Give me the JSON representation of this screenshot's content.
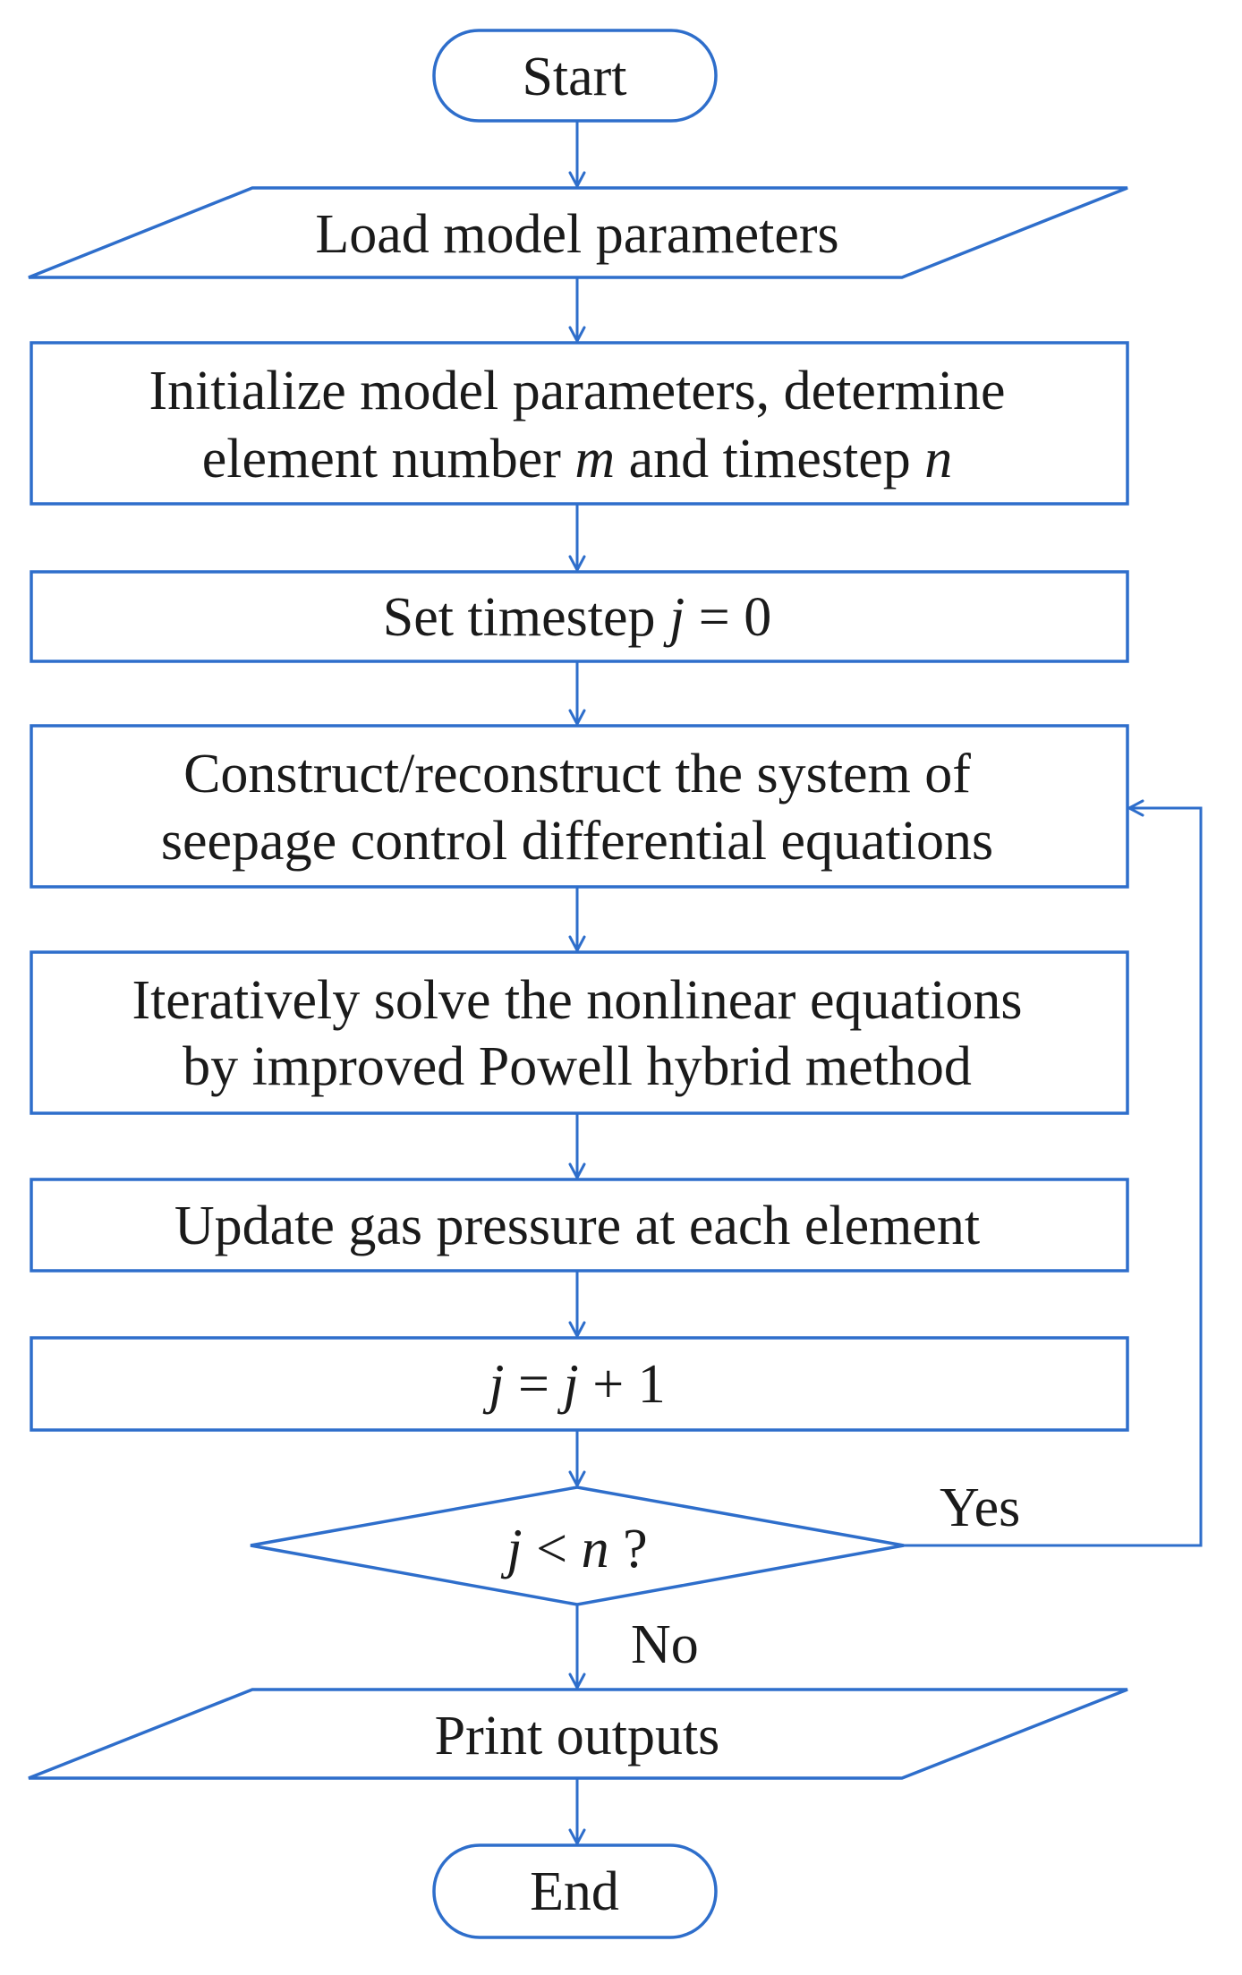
{
  "nodes": {
    "start": "Start",
    "load": "Load model parameters",
    "init_line1": "Initialize model parameters, determine",
    "init_line2_prefix": "element number ",
    "init_line2_m": "m",
    "init_line2_mid": " and timestep ",
    "init_line2_n": "n",
    "set_prefix": "Set timestep ",
    "set_j": "j",
    "set_suffix": " = 0",
    "construct_line1": "Construct/reconstruct the system of",
    "construct_line2": "seepage control differential equations",
    "solve_line1": "Iteratively solve the nonlinear equations",
    "solve_line2": "by improved Powell hybrid method",
    "update": "Update gas pressure at each element",
    "incr_j1": "j",
    "incr_eq": " = ",
    "incr_j2": "j",
    "incr_rest": " + 1",
    "decision_j": "j",
    "decision_lt": " < ",
    "decision_n": "n",
    "decision_q": " ?",
    "print": "Print outputs",
    "end": "End"
  },
  "edge_labels": {
    "yes": "Yes",
    "no": "No"
  },
  "colors": {
    "stroke": "#2e6ecb",
    "text": "#1a1a1a",
    "background": "#ffffff"
  }
}
